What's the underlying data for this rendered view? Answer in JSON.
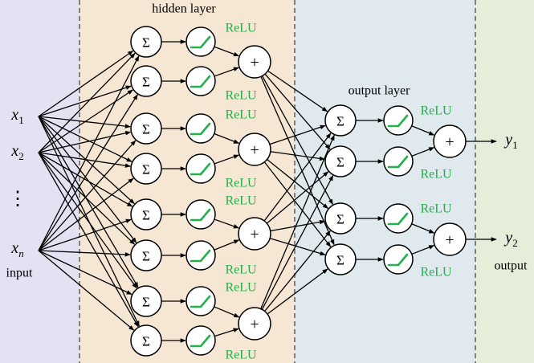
{
  "labels": {
    "hidden_layer": "hidden layer",
    "output_layer": "output layer",
    "input": "input",
    "output": "output",
    "activation": "ReLU",
    "sum": "Σ",
    "plus": "+",
    "dots": "⋮"
  },
  "inputs": [
    {
      "base": "x",
      "sub": "1"
    },
    {
      "base": "x",
      "sub": "2"
    },
    {
      "base": "x",
      "sub": "n"
    }
  ],
  "outputs": [
    {
      "base": "y",
      "sub": "1"
    },
    {
      "base": "y",
      "sub": "2"
    }
  ],
  "colors": {
    "input_panel": "#e4e2f2",
    "hidden_panel": "#f6e7d4",
    "output_panel": "#dfe9ee",
    "final_panel": "#e6eed9",
    "relu": "#22b14c",
    "node_fill": "#ffffff",
    "stroke": "#000000",
    "divider": "#808080"
  },
  "diagram": {
    "hidden_units": 8,
    "hidden_pairs": 4,
    "output_units": 4,
    "output_pairs": 2
  }
}
